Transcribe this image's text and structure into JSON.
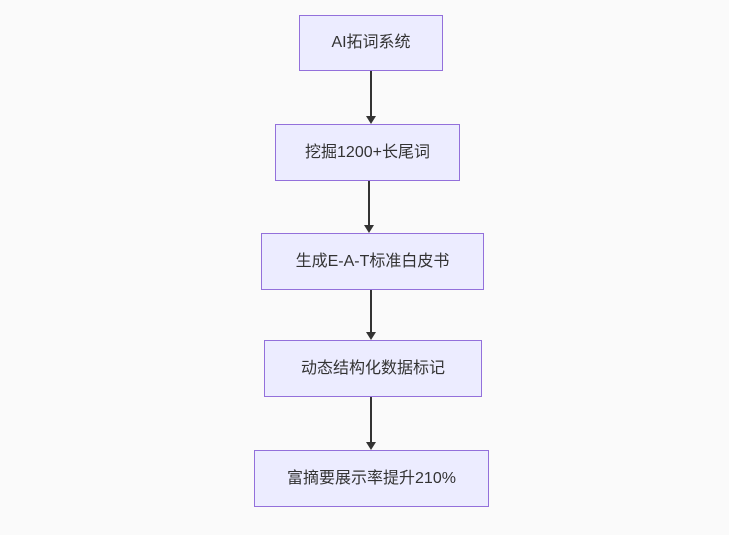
{
  "diagram": {
    "type": "flowchart",
    "direction": "top-down",
    "nodes": [
      {
        "id": "node-1",
        "label": "AI拓词系统"
      },
      {
        "id": "node-2",
        "label": "挖掘1200+长尾词"
      },
      {
        "id": "node-3",
        "label": "生成E-A-T标准白皮书"
      },
      {
        "id": "node-4",
        "label": "动态结构化数据标记"
      },
      {
        "id": "node-5",
        "label": "富摘要展示率提升210%"
      }
    ],
    "edges": [
      {
        "from": "node-1",
        "to": "node-2",
        "style": "arrow-down"
      },
      {
        "from": "node-2",
        "to": "node-3",
        "style": "arrow-down"
      },
      {
        "from": "node-3",
        "to": "node-4",
        "style": "arrow-down"
      },
      {
        "from": "node-4",
        "to": "node-5",
        "style": "arrow-down"
      }
    ],
    "colors": {
      "node_fill": "#ECECFF",
      "node_border": "#9370DB",
      "edge": "#333333",
      "text": "#333333",
      "background": "#FAFAFA"
    }
  }
}
